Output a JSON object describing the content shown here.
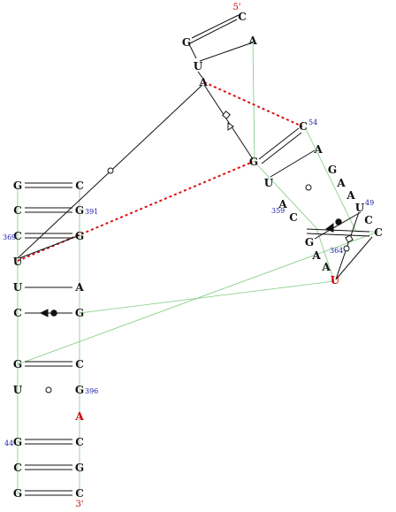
{
  "colors": {
    "nucleotide": "#111111",
    "highlight": "#cc0000",
    "numbering": "#1a1aaa",
    "backbone": "#7ec97e",
    "pair": "#111111",
    "tertiary": "#dd1111"
  },
  "labels": {
    "five_prime": "5'",
    "three_prime": "3'",
    "num_54": "54",
    "num_49": "49",
    "num_359": "359",
    "num_364": "364",
    "num_369": "369",
    "num_391": "391",
    "num_396": "396",
    "num_44": "44"
  },
  "nucleotides": {
    "top_C": "C",
    "top_A": "A",
    "top_G": "G",
    "top_U": "U",
    "mid_A": "A",
    "r_C54": "C",
    "r_A1": "A",
    "r_G1": "G",
    "r_A2": "A",
    "r_A3": "A",
    "r_U49": "U",
    "r_C_edge": "C",
    "r_C_far": "C",
    "m_G": "G",
    "m_U": "U",
    "m_A": "A",
    "m_C": "C",
    "m_G2": "G",
    "m_A364": "A",
    "m_A2": "A",
    "m_U_red": "U",
    "l1_G": "G",
    "l1_C": "C",
    "l2_C": "C",
    "l2_G391": "G",
    "l3_C369": "C",
    "l3_G": "G",
    "l4_U": "U",
    "l5_U": "U",
    "l5_A": "A",
    "l6_C": "C",
    "l6_G": "G",
    "l7_G": "G",
    "l7_C": "C",
    "l8_U": "U",
    "l8_G396": "G",
    "l9_A_red": "A",
    "l10_G44": "G",
    "l10_C": "C",
    "l11_C": "C",
    "l11_G": "G",
    "l12_G": "G",
    "l12_C": "C"
  }
}
